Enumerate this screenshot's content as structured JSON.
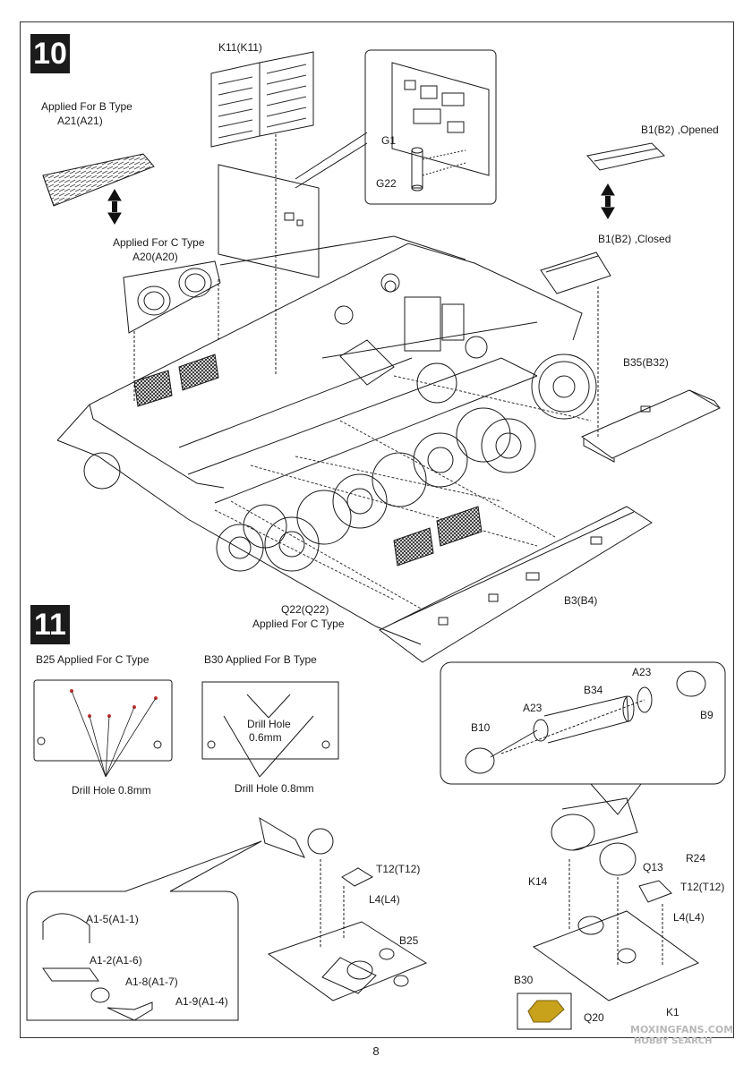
{
  "steps": {
    "step10": "10",
    "step11": "11"
  },
  "step10": {
    "a21_applied": "Applied For B Type",
    "a21_part": "A21(A21)",
    "a20_applied": "Applied For C Type",
    "a20_part": "A20(A20)",
    "k11": "K11(K11)",
    "g1": "G1",
    "g22": "G22",
    "b1_opened": "B1(B2) ,Opened",
    "b1_closed": "B1(B2) ,Closed",
    "b35": "B35(B32)",
    "b3": "B3(B4)",
    "q22": "Q22(Q22)",
    "q22_applied": "Applied For C Type"
  },
  "step11": {
    "b25_title": "B25 Applied For C Type",
    "b25_drill": "Drill Hole 0.8mm",
    "b30_title": "B30 Applied For B Type",
    "b30_drill_inner": "Drill Hole",
    "b30_drill_inner_size": "0.6mm",
    "b30_drill_outer": "Drill Hole 0.8mm",
    "a23_top": "A23",
    "b34": "B34",
    "a23_mid": "A23",
    "b9": "B9",
    "b10": "B10",
    "a1_5": "A1-5(A1-1)",
    "a1_2": "A1-2(A1-6)",
    "a1_8": "A1-8(A1-7)",
    "a1_9": "A1-9(A1-4)",
    "t12_left": "T12(T12)",
    "l4_left": "L4(L4)",
    "b25_left": "B25",
    "k14": "K14",
    "q13": "Q13",
    "r24": "R24",
    "t12_right": "T12(T12)",
    "l4_right": "L4(L4)",
    "b30_right": "B30",
    "q20": "Q20",
    "k1": "K1"
  },
  "page_number": "8",
  "watermark": {
    "line1": "MOXINGFANS.COM",
    "line2": "HOBBY SEARCH"
  },
  "colors": {
    "ink": "#1a1a1a",
    "photoetch": "#c8a21a",
    "mesh": "#2b2b2b"
  }
}
